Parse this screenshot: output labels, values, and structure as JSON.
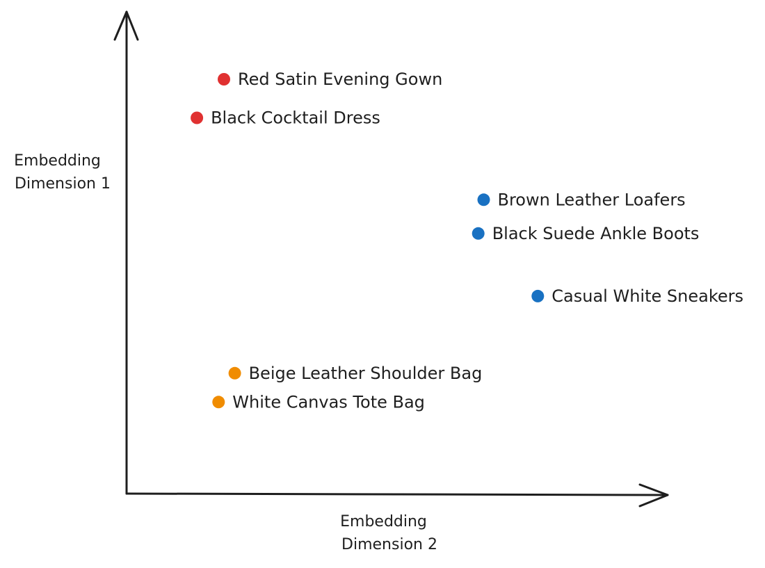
{
  "chart_data": {
    "type": "scatter",
    "xlabel": [
      "Embedding",
      "Dimension 2"
    ],
    "ylabel": [
      "Embedding",
      "Dimension 1"
    ],
    "xlim": [
      0,
      100
    ],
    "ylim": [
      0,
      100
    ],
    "grid": false,
    "points": [
      {
        "label": "Red Satin Evening Gown",
        "x": 18,
        "y": 86,
        "color": "#e03131"
      },
      {
        "label": "Black Cocktail Dress",
        "x": 13,
        "y": 78,
        "color": "#e03131"
      },
      {
        "label": "Brown Leather Loafers",
        "x": 66,
        "y": 61,
        "color": "#1971c2"
      },
      {
        "label": "Black Suede Ankle Boots",
        "x": 65,
        "y": 54,
        "color": "#1971c2"
      },
      {
        "label": "Casual White Sneakers",
        "x": 76,
        "y": 41,
        "color": "#1971c2"
      },
      {
        "label": "Beige Leather Shoulder Bag",
        "x": 20,
        "y": 25,
        "color": "#f08c00"
      },
      {
        "label": "White Canvas Tote Bag",
        "x": 17,
        "y": 19,
        "color": "#f08c00"
      }
    ]
  }
}
